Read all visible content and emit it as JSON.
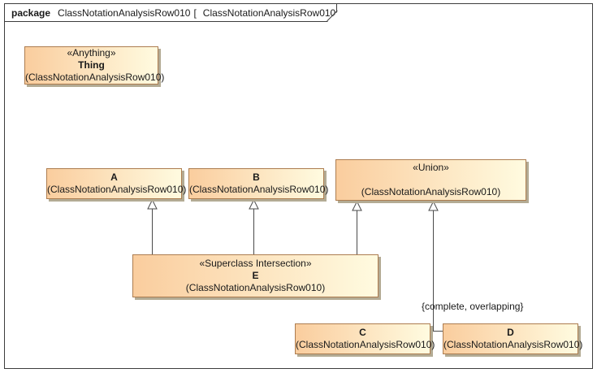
{
  "frame": {
    "kind": "package",
    "package_name": "ClassNotationAnalysisRow010",
    "open_bracket": "[",
    "diagram_name": "ClassNotationAnalysisRow010",
    "close_bracket": "]"
  },
  "classes": {
    "thing": {
      "stereotype": "«Anything»",
      "name": "Thing",
      "row": "(ClassNotationAnalysisRow010)"
    },
    "a": {
      "name": "A",
      "row": "(ClassNotationAnalysisRow010)"
    },
    "b": {
      "name": "B",
      "row": "(ClassNotationAnalysisRow010)"
    },
    "union": {
      "stereotype": "«Union»",
      "name": "",
      "row": "(ClassNotationAnalysisRow010)"
    },
    "e": {
      "stereotype": "«Superclass Intersection»",
      "name": "E",
      "row": "(ClassNotationAnalysisRow010)"
    },
    "c": {
      "name": "C",
      "row": "(ClassNotationAnalysisRow010)"
    },
    "d": {
      "name": "D",
      "row": "(ClassNotationAnalysisRow010)"
    }
  },
  "constraint_label": "{complete, overlapping}",
  "colors": {
    "box_fill_left": "#facd9e",
    "box_fill_right": "#fffbe0",
    "box_border": "#ad7d50",
    "box_shadow": "#b3ab94",
    "connector": "#4a4a4a",
    "frame_border": "#3c3c3c"
  }
}
